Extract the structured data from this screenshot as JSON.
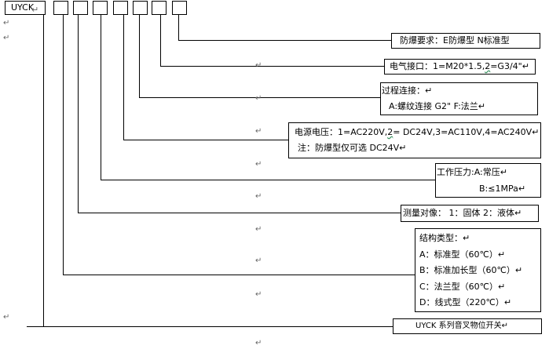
{
  "header": {
    "code": "UYCK",
    "mark": "↵"
  },
  "boxes": {
    "explosion": "防爆要求：E防爆型  N标准型",
    "electric_prefix": "电气接口：1=M20*1.5,",
    "electric_num": "2",
    "electric_suffix": "=G3/4\"↵",
    "process_title": "过程连接：↵",
    "process_line": "A:螺纹连接 G2\"  F:法兰↵",
    "power_prefix": "电源电压：1=AC220V,",
    "power_num": "2",
    "power_suffix": "= DC24V,3=AC110V,4=AC240V↵",
    "power_note": "注：防爆型仅可选 DC24V↵",
    "pressure_title": "工作压力:A:常压↵",
    "pressure_line": "B:≤1MPa↵",
    "medium": "测量对像：  1：固体 2：液体↵",
    "struct_title": "结构类型：↵",
    "struct_a": "A：标准型（60℃）↵",
    "struct_b": "B：标准加长型（60℃）↵",
    "struct_c": "C：法兰型（60℃）↵",
    "struct_d": "D：线式型（220℃）↵",
    "series": "UYCK 系列音叉物位开关↵"
  },
  "return_mark": "↵"
}
